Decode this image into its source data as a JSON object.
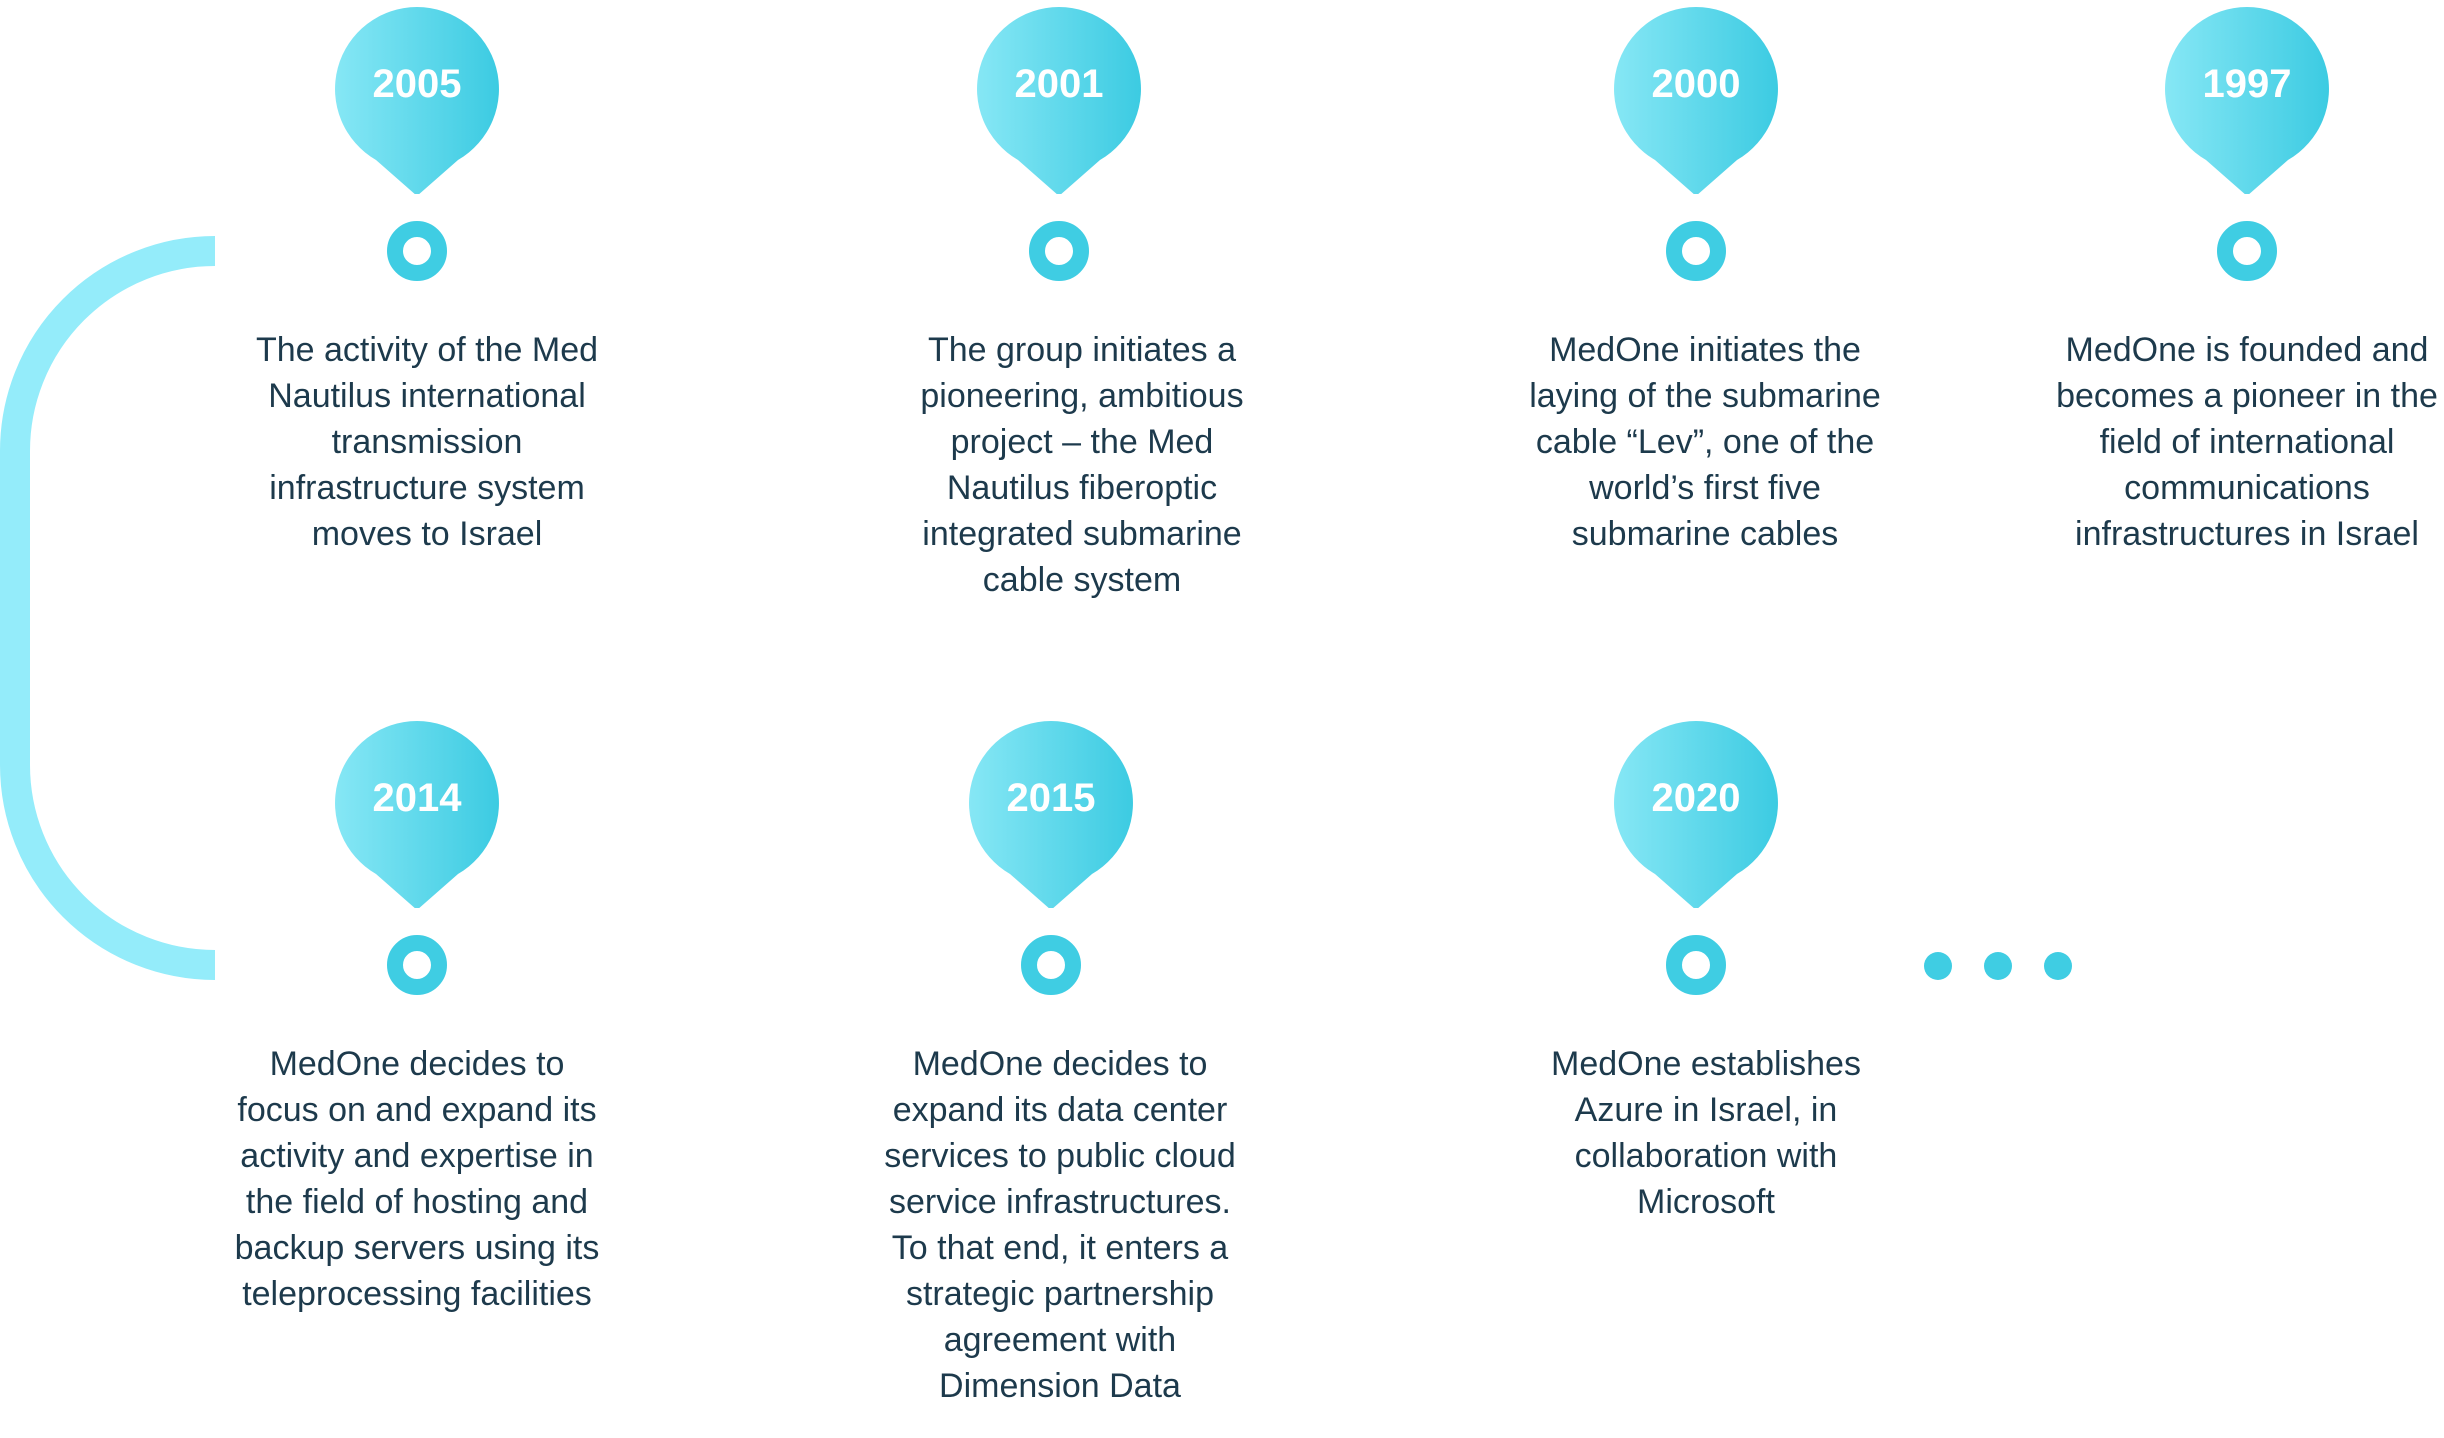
{
  "colors": {
    "track_light": "#94ecfa",
    "track_dark": "#3fcde3",
    "pin_light": "#86e7f5",
    "pin_dark": "#3ccbe2",
    "node": "#3fcde3",
    "text": "#1d3a4c"
  },
  "events": [
    {
      "year": "1997",
      "row": "top",
      "description": "MedOne is founded and\nbecomes a pioneer in the\nfield of international\ncommunications\ninfrastructures in Israel"
    },
    {
      "year": "2000",
      "row": "top",
      "description": "MedOne initiates the\nlaying of the submarine\ncable “Lev”, one of the\nworld’s first five\nsubmarine cables"
    },
    {
      "year": "2001",
      "row": "top",
      "description": "The group initiates a\npioneering, ambitious\nproject – the Med\nNautilus fiberoptic\nintegrated submarine\ncable system"
    },
    {
      "year": "2005",
      "row": "top",
      "description": "The activity of the Med\nNautilus international\ntransmission\ninfrastructure system\nmoves to Israel"
    },
    {
      "year": "2014",
      "row": "bottom",
      "description": "MedOne decides to\nfocus on and expand its\nactivity and expertise in\nthe field of hosting and\nbackup servers using its\nteleprocessing facilities"
    },
    {
      "year": "2015",
      "row": "bottom",
      "description": "MedOne decides to\nexpand its data center\nservices to public cloud\nservice infrastructures.\nTo that end, it enters a\nstrategic partnership\nagreement with\nDimension Data"
    },
    {
      "year": "2020",
      "row": "bottom",
      "description": "MedOne establishes\nAzure in Israel, in\ncollaboration with\nMicrosoft"
    }
  ]
}
